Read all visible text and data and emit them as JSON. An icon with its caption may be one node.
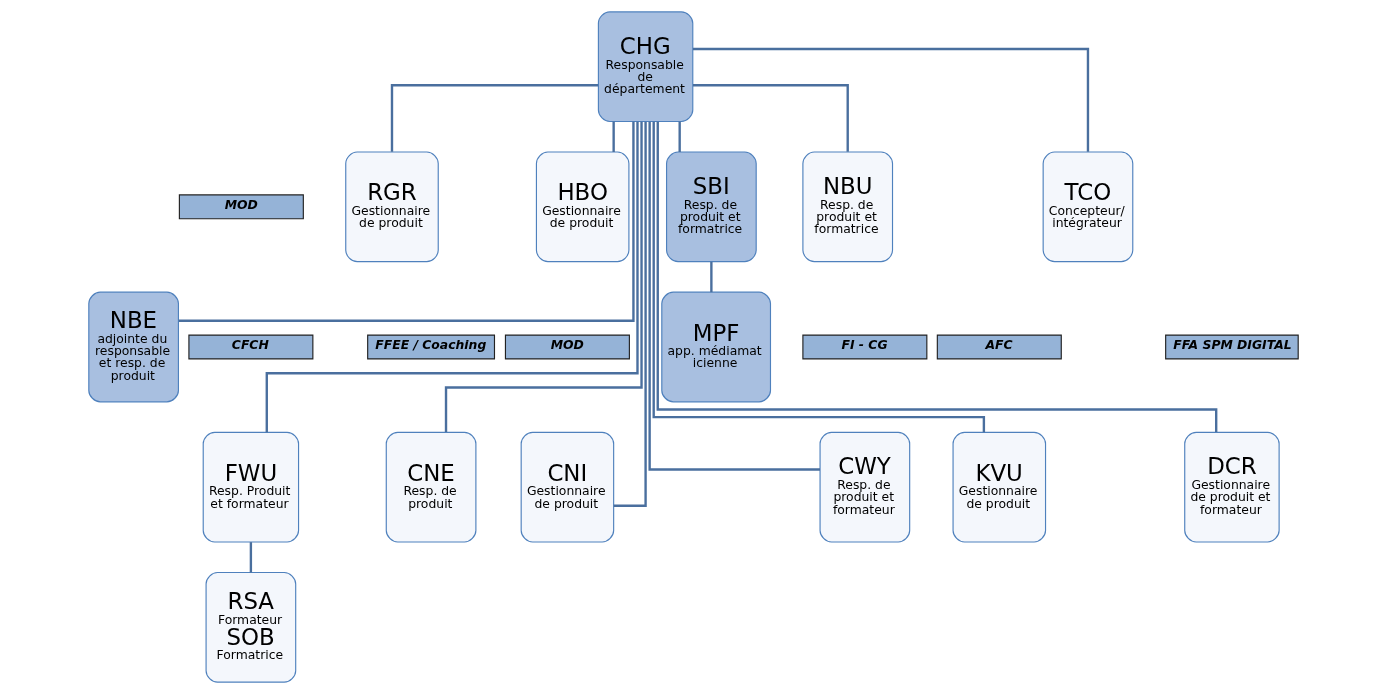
{
  "diagram": {
    "nodes": [
      {
        "text": [
          "CHG",
          "Responsable de département"
        ]
      },
      {
        "text": [
          "MOD"
        ]
      },
      {
        "text": [
          "NBE",
          "adjointe du responsable et resp. de produit"
        ]
      },
      {
        "text": [
          "CFCH"
        ]
      },
      {
        "text": [
          "FFEE / Coaching"
        ]
      },
      {
        "text": [
          "MOD"
        ]
      },
      {
        "text": [
          "FI - CG"
        ]
      },
      {
        "text": [
          "AFC"
        ]
      },
      {
        "text": [
          "FFA SPM DIGITAL"
        ]
      },
      {
        "text": [
          "FWU",
          "Resp. Produit et formateur"
        ]
      },
      {
        "text": [
          "RGR",
          "Gestionnaire de produit"
        ]
      },
      {
        "text": [
          "CNE",
          "Resp. de produit"
        ]
      },
      {
        "text": [
          "HBO",
          "Gestionnaire de produit"
        ]
      },
      {
        "text": [
          "CNI",
          "Gestionnaire de produit"
        ]
      },
      {
        "text": [
          "CWY",
          "Resp. de produit et formateur"
        ]
      },
      {
        "text": [
          "KVU",
          "Gestionnaire de produit"
        ]
      },
      {
        "text": [
          "NBU",
          "Resp. de produit et formatrice"
        ]
      },
      {
        "text": [
          "DCR",
          "Gestionnaire de produit et formateur"
        ]
      },
      {
        "text": [
          "TCO",
          "Concepteur/ intégrateur"
        ]
      },
      {
        "text": [
          "SBI",
          "Resp. de produit et formatrice"
        ]
      },
      {
        "text": [
          "RSA",
          "Formateur",
          "SOB",
          "Formatrice"
        ]
      },
      {
        "text": [
          "MPF",
          "app. médiamaticienne"
        ]
      }
    ],
    "edges": [
      {
        "from": 0,
        "to": 2,
        "arrow": "none"
      },
      {
        "from": 0,
        "to": 9,
        "arrow": "none"
      },
      {
        "from": 0,
        "to": 10,
        "arrow": "none"
      },
      {
        "from": 0,
        "to": 11,
        "arrow": "none"
      },
      {
        "from": 0,
        "to": 12,
        "arrow": "none"
      },
      {
        "from": 0,
        "to": 13,
        "arrow": "none"
      },
      {
        "from": 0,
        "to": 14,
        "arrow": "none"
      },
      {
        "from": 0,
        "to": 15,
        "arrow": "none"
      },
      {
        "from": 0,
        "to": 16,
        "arrow": "none"
      },
      {
        "from": 0,
        "to": 17,
        "arrow": "none"
      },
      {
        "from": 0,
        "to": 18,
        "arrow": "none"
      },
      {
        "from": 0,
        "to": 19,
        "arrow": "none"
      },
      {
        "from": 9,
        "to": 20,
        "arrow": "none"
      },
      {
        "from": 19,
        "to": 21,
        "arrow": "none"
      }
    ]
  }
}
